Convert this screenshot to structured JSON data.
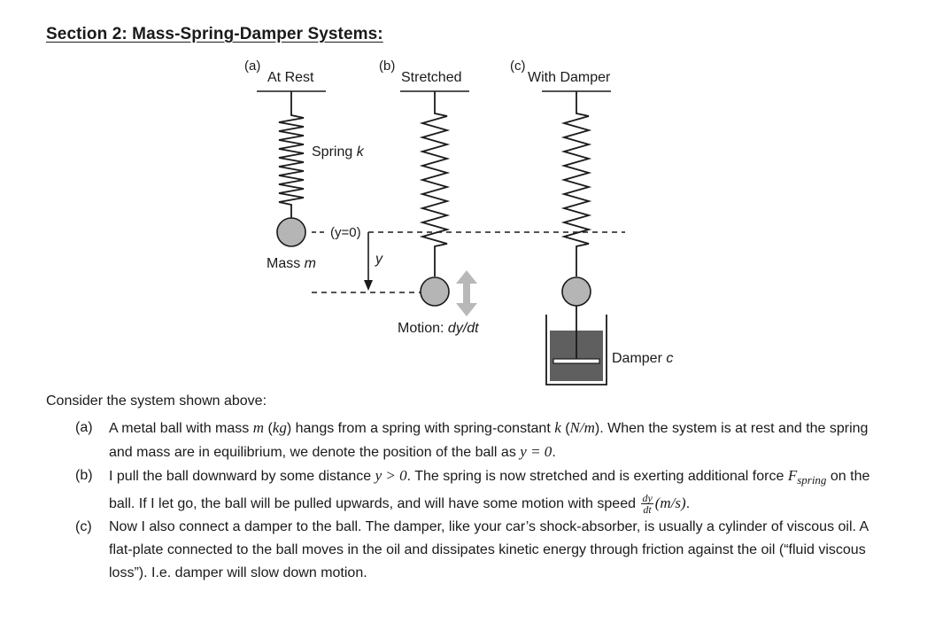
{
  "section_title": "Section 2: Mass-Spring-Damper Systems:",
  "diagram": {
    "a_tag": "(a)",
    "a_title": "At Rest",
    "b_tag": "(b)",
    "b_title": "Stretched",
    "c_tag": "(c)",
    "c_title": "With Damper",
    "spring_label_prefix": "Spring ",
    "spring_symbol": "k",
    "mass_label_prefix": "Mass ",
    "mass_symbol": "m",
    "y0_label": "(y=0)",
    "y_label": "y",
    "motion_label_prefix": "Motion: ",
    "motion_symbol": "dy/dt",
    "damper_label_prefix": "Damper ",
    "damper_symbol": "c"
  },
  "text": {
    "intro": "Consider the system shown above:",
    "a_label": "(a)",
    "a_s1": "A metal ball with mass ",
    "a_m": "m",
    "a_s2": " (",
    "a_kg": "kg",
    "a_s3": ") hangs from a spring with spring-constant ",
    "a_k": "k",
    "a_s4": " (",
    "a_nm": "N/m",
    "a_s5": "). When the system is at rest and the spring and mass are in equilibrium, we denote the position of the ball as ",
    "a_y0": "y = 0",
    "a_s6": ".",
    "b_label": "(b)",
    "b_s1": "I pull the ball downward by some distance ",
    "b_ygt": "y > 0",
    "b_s2": ". The spring is now stretched and is exerting additional force ",
    "b_F": "F",
    "b_Fsub": "spring",
    "b_s3": " on the ball. If I let go, the ball will be pulled upwards, and will have some motion with speed ",
    "b_dy": "dy",
    "b_dt": "dt",
    "b_units": "(m/s)",
    "b_s4": ".",
    "c_label": "(c)",
    "c_s1": "Now I also connect a damper to the ball. The damper, like your car’s shock-absorber, is usually a cylinder of viscous oil. A flat-plate connected to the ball moves in the oil and dissipates kinetic energy through friction against the oil (“fluid viscous loss”). I.e. damper will slow down motion."
  }
}
